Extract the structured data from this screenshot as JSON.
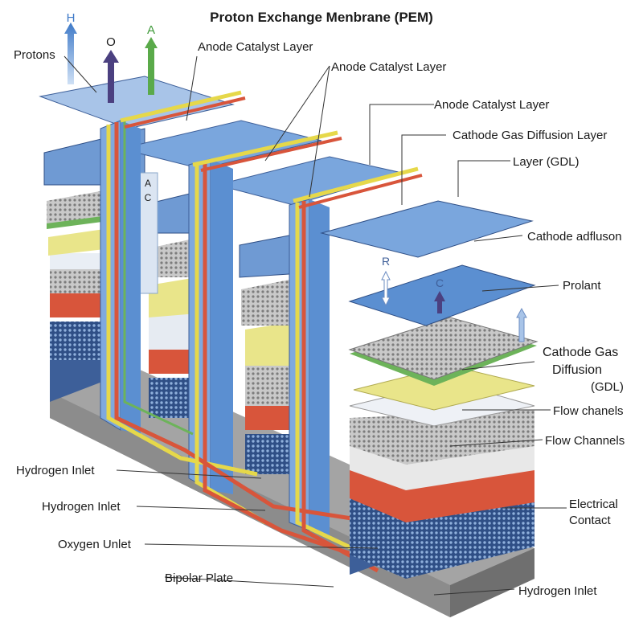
{
  "title": "Proton Exchange Menbrane (PEM)",
  "arrow_letters": {
    "h": "H",
    "o": "O",
    "a": "A",
    "a_mid": "A",
    "c_mid": "C",
    "r": "R",
    "c": "C"
  },
  "labels": {
    "protons": "Protons",
    "anode_catalyst_1": "Anode Catalyst Layer",
    "anode_catalyst_2": "Anode Catalyst Layer",
    "anode_catalyst_3": "Anode Catalyst Layer",
    "cathode_gdl": "Cathode Gas Diffusion Layer",
    "layer_gdl": "Layer (GDL)",
    "cathode_adfluson": "Cathode adfluson",
    "prolant": "Prolant",
    "cathode_gas": "Cathode Gas",
    "diffusion": "Diffusion",
    "gdl": "(GDL)",
    "flow_chanels": "Flow chanels",
    "flow_channels": "Flow Channels",
    "electrical": "Electrical",
    "contact": "Contact",
    "hydrogen_inlet_1": "Hydrogen Inlet",
    "hydrogen_inlet_2": "Hydrogen Inlet",
    "oxygen_unlet": "Oxygen Unlet",
    "bipolar_plate": "Bipolar Plate",
    "hydrogen_inlet_3": "Hydrogen Inlet"
  },
  "colors": {
    "membrane_blue": "#5b8fd1",
    "plate_blue": "#7aa6dd",
    "catalyst_green": "#6db35a",
    "catalyst_yellow": "#e9e58a",
    "pipe_red": "#d8553b",
    "rail_yellow": "#e6d84a",
    "base_grey": "#9a9a9a",
    "mesh_grey": "#b9b9b9"
  }
}
